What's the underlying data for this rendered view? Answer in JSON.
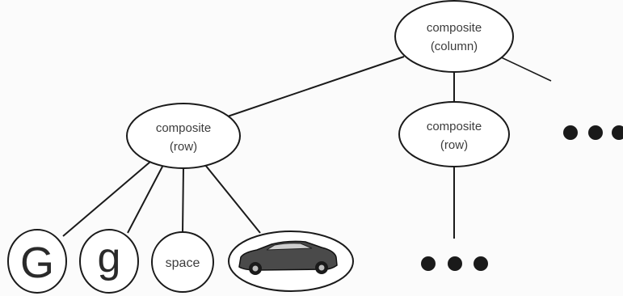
{
  "nodes": {
    "root": {
      "line1": "composite",
      "line2": "(column)"
    },
    "row_left": {
      "line1": "composite",
      "line2": "(row)"
    },
    "row_right": {
      "line1": "composite",
      "line2": "(row)"
    },
    "glyph_G": {
      "text": "G"
    },
    "glyph_g": {
      "text": "g"
    },
    "space": {
      "text": "space"
    },
    "car": {
      "icon": "car-icon"
    }
  },
  "ellipsis": {
    "top_right": "three-dots",
    "bottom_right": "three-dots"
  },
  "colors": {
    "stroke": "#1a1a1a",
    "text": "#3c3c3c",
    "fill": "#ffffff"
  }
}
